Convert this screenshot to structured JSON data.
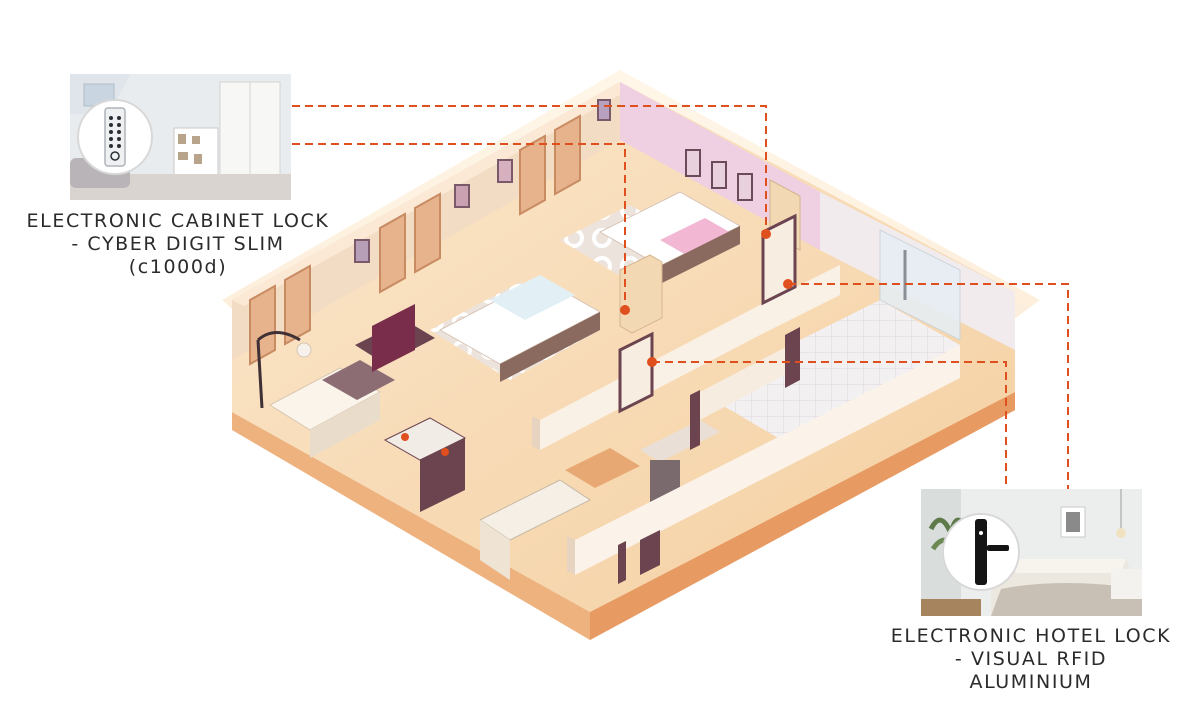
{
  "cabinet_lock": {
    "line1": "ELECTRONIC CABINET LOCK",
    "line2": "- CYBER DIGIT SLIM",
    "line3": "(c1000d)"
  },
  "hotel_lock": {
    "line1": "ELECTRONIC HOTEL LOCK",
    "line2": "- VISUAL RFID ALUMINIUM"
  },
  "colors": {
    "connector": "#e0501e",
    "floor_warm": "#f6d3a8",
    "wall": "#f7ead9",
    "wall_pink": "#efc9de",
    "door": "#6b4450"
  }
}
